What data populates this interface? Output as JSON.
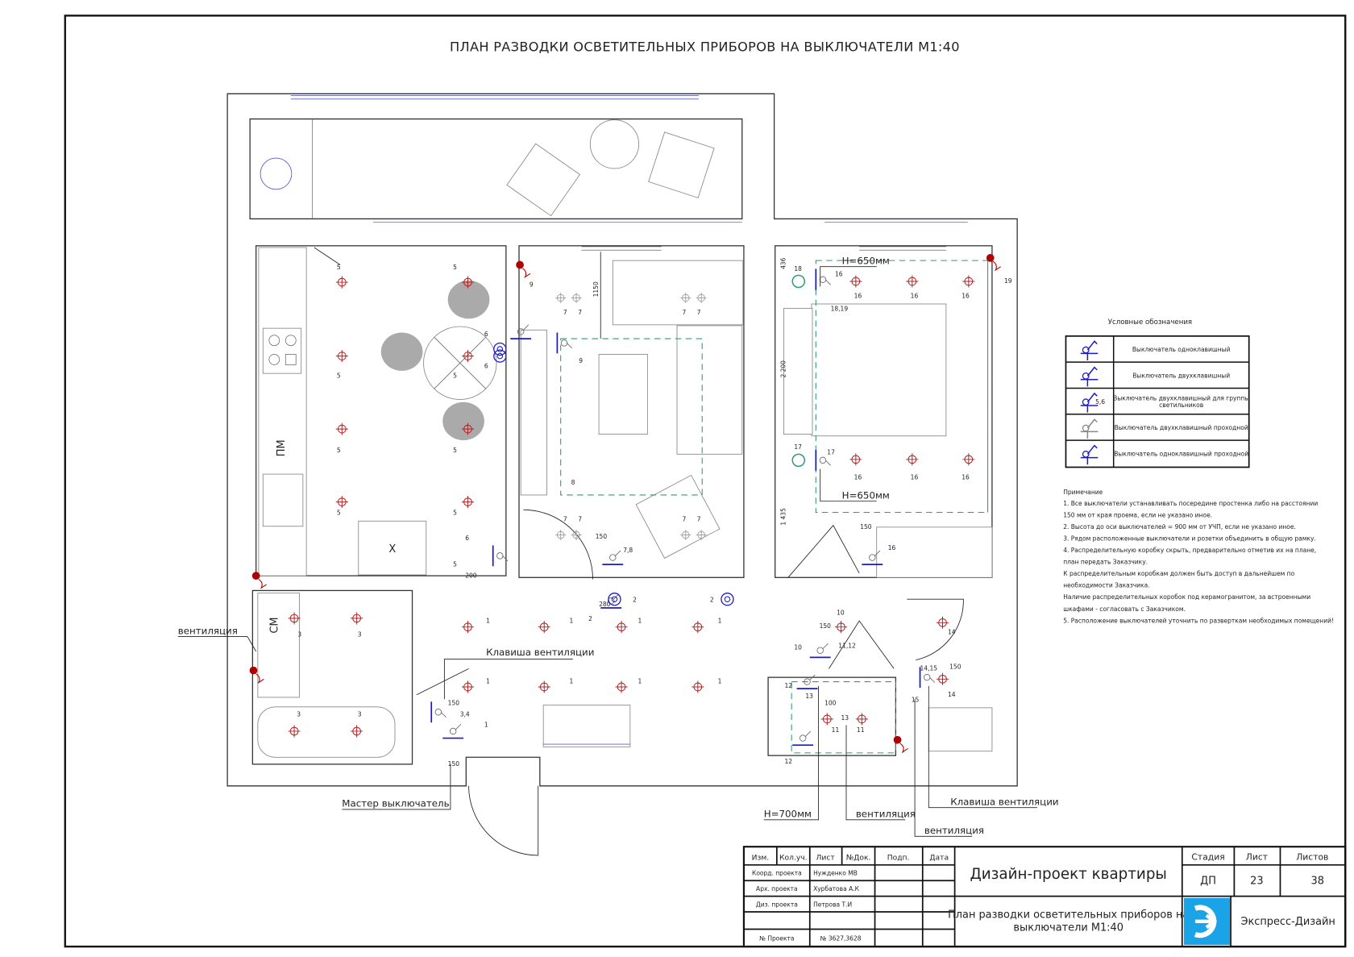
{
  "sheet": {
    "title": "ПЛАН РАЗВОДКИ ОСВЕТИТЕЛЬНЫХ ПРИБОРОВ НА ВЫКЛЮЧАТЕЛИ М1:40"
  },
  "legend": {
    "title": "Условные обозначения",
    "items": [
      {
        "icon": "switch-single-icon",
        "label": "Выключатель одноклавишный"
      },
      {
        "icon": "switch-double-icon",
        "label": "Выключатель двухклавишный"
      },
      {
        "icon": "switch-double-group-icon",
        "mark": "5,6",
        "label": "Выключатель двухклавишный для группы",
        "label2": "светильников"
      },
      {
        "icon": "switch-double-passthrough-icon",
        "label": "Выключатель двухклавишный проходной"
      },
      {
        "icon": "switch-single-passthrough-icon",
        "label": "Выключатель одноклавишный проходной"
      }
    ]
  },
  "notes": {
    "title": "Примечание",
    "lines": [
      "1. Все выключатели устанавливать посередине простенка либо на расстоянии",
      "150 мм от края проема, если не указано иное.",
      "2. Высота до оси выключателей = 900 мм от УЧП, если не указано иное.",
      "3. Рядом расположенные выключатели и розетки объединить в общую рамку.",
      "4. Распределительную коробку скрыть, предварительно отметив их на плане,",
      "план передать Заказчику.",
      "К распределительным коробкам должен быть доступ в дальнейшем по",
      "необходимости Заказчика.",
      "Наличие распределительных коробок под керамогранитом, за встроенными",
      "шкафами - согласовать с Заказчиком.",
      "5. Расположение выключателей уточнить по разверткам необходимых помещений!"
    ]
  },
  "plan": {
    "annotations": {
      "vent_left": "вентиляция",
      "vent_key_center": "Клавиша вентиляции",
      "master_switch": "Мастер выключатель",
      "h700": "H=700мм",
      "vent_wc": "вентиляция",
      "vent_bath2": "вентиляция",
      "vent_key_right": "Клавиша вентиляции",
      "h650_top": "H=650мм",
      "h650_bottom": "H=650мм",
      "kitchen_pm": "ПМ",
      "kitchen_sm": "СМ",
      "fridge_x": "X"
    },
    "dimensions": [
      "1150",
      "436",
      "2 200",
      "1 435",
      "150",
      "150",
      "150",
      "150",
      "150",
      "150",
      "200",
      "280",
      "100"
    ],
    "labels": {
      "l1": "1",
      "l2": "2",
      "l3": "3",
      "l34": "3,4",
      "l5": "5",
      "l6": "6",
      "l7": "7",
      "l78": "7,8",
      "l8": "8",
      "l9": "9",
      "l10": "10",
      "l11": "11",
      "l1112": "11,12",
      "l12": "12",
      "l13": "13",
      "l14": "14",
      "l1415": "14,15",
      "l15": "15",
      "l16": "16",
      "l17": "17",
      "l18": "18",
      "l1819": "18,19",
      "l19": "19"
    }
  },
  "title_block": {
    "headers": [
      "Изм.",
      "Кол.уч.",
      "Лист",
      "№Док.",
      "Подп.",
      "Дата"
    ],
    "rows": [
      {
        "role": "Коорд. проекта",
        "name": "Нужденко МВ"
      },
      {
        "role": "Арх. проекта",
        "name": "Хурбатова А.К"
      },
      {
        "role": "Диз. проекта",
        "name": "Петрова Т.И"
      },
      {
        "role": "",
        "name": ""
      },
      {
        "role": "№ Проекта",
        "name": "№ 3627,3628"
      }
    ],
    "project_title": "Дизайн-проект квартиры",
    "sheet_title_line1": "План разводки осветительных приборов на",
    "sheet_title_line2": "выключатели  М1:40",
    "stage_label": "Стадия",
    "sheet_label": "Лист",
    "sheets_label": "Листов",
    "stage": "ДП",
    "sheet": "23",
    "sheets": "38",
    "company": "Экспресс-Дизайн",
    "logo_color": "#1aa3e6"
  },
  "colors": {
    "lamp": "#b02020",
    "switch": "#1a1ac8",
    "junction_box": "#b00000",
    "zone_dash": "#2e9b7a"
  }
}
